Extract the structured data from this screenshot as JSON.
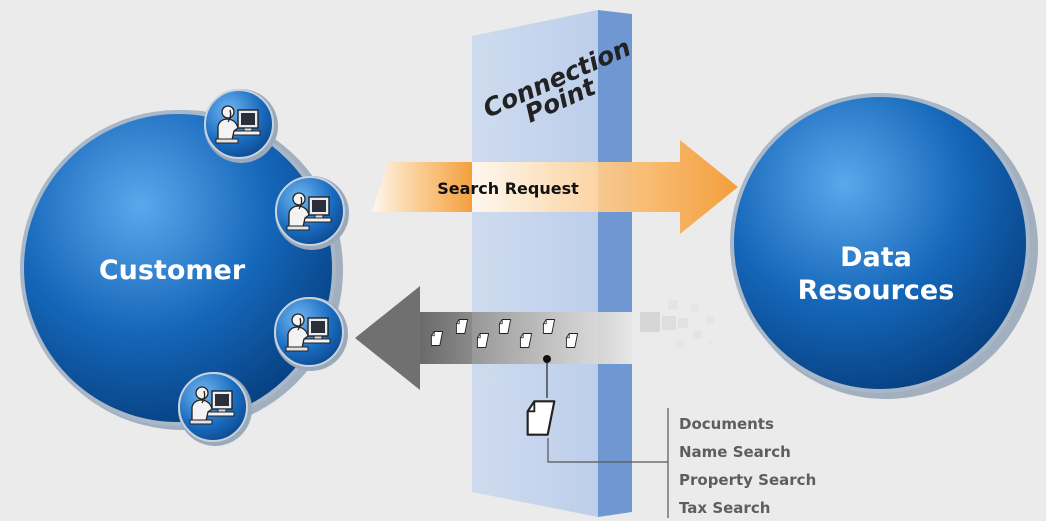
{
  "left_node": {
    "label": "Customer"
  },
  "right_node": {
    "label_line1": "Data",
    "label_line2": "Resources"
  },
  "panel": {
    "title_line1": "Connection",
    "title_line2": "Point"
  },
  "request_arrow": {
    "label": "Search Request"
  },
  "results_list": [
    "Documents",
    "Name Search",
    "Property Search",
    "Tax Search"
  ],
  "user_icons": [
    "user-at-computer-icon",
    "user-at-computer-icon",
    "user-at-computer-icon",
    "user-at-computer-icon"
  ],
  "colors": {
    "background": "#ebebeb",
    "sphere_blue": "#0a5aa8",
    "panel_front": "#c5d5ed",
    "panel_side": "#6f97d2",
    "request_arrow": "#f5a84a",
    "response_arrow": "#8a8a8a",
    "result_text": "#5e5e5e"
  }
}
